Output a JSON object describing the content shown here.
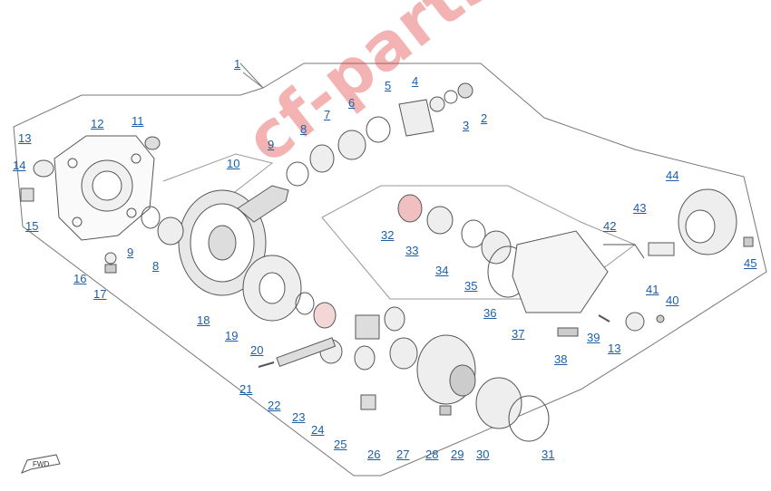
{
  "watermark": "cf-parts.ru",
  "fwd_label": "FWD",
  "header_faded": "",
  "callouts": [
    "1",
    "2",
    "3",
    "4",
    "5",
    "6",
    "7",
    "8",
    "8",
    "9",
    "9",
    "10",
    "11",
    "12",
    "13",
    "13",
    "14",
    "15",
    "16",
    "17",
    "18",
    "19",
    "20",
    "21",
    "22",
    "23",
    "24",
    "25",
    "26",
    "27",
    "28",
    "29",
    "30",
    "31",
    "32",
    "33",
    "34",
    "35",
    "36",
    "37",
    "38",
    "39",
    "40",
    "41",
    "42",
    "43",
    "44",
    "45"
  ],
  "colors": {
    "callout": "#1a5fa8",
    "outline": "#555555",
    "watermark": "#e23a3a",
    "highlight": "#d94b4b"
  }
}
